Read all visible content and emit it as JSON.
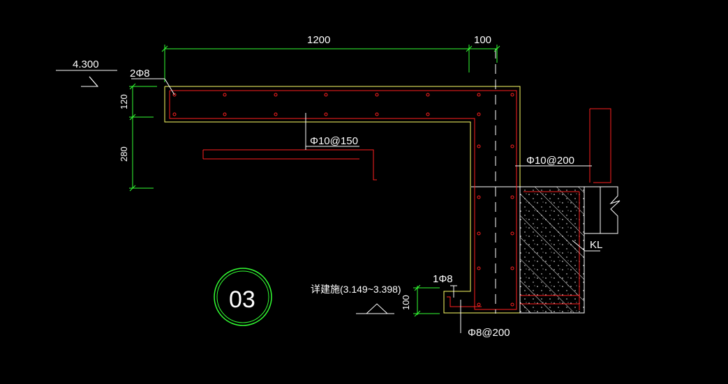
{
  "drawing": {
    "dimensions": {
      "top_width": "1200",
      "top_right": "100",
      "thickness_top": "120",
      "thickness_bottom": "280",
      "lug_height": "100"
    },
    "labels": {
      "elevation": "4.300",
      "top_bars": "2Φ8",
      "rebar_slab": "Φ10@150",
      "rebar_wall": "Φ10@200",
      "lug_bar": "1Φ8",
      "lug_stirrup": "Φ8@200",
      "beam": "KL",
      "stair_ref": "详建施(3.149~3.398)",
      "detail_number": "03"
    }
  },
  "colors": {
    "background": "#000000",
    "concrete_outline": "#ffff66",
    "rebar": "#ff2020",
    "dimension": "#33ff33",
    "text": "#ffffff",
    "circle": "#33ff33"
  }
}
